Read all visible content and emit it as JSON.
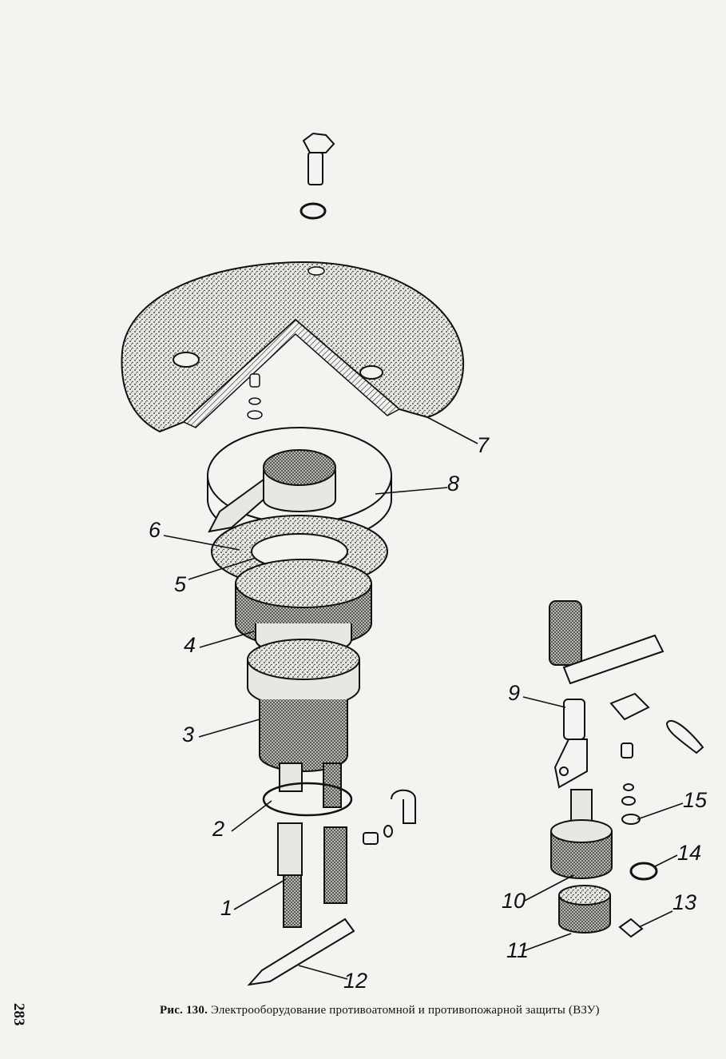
{
  "callouts": [
    {
      "id": "1",
      "label": "1"
    },
    {
      "id": "2",
      "label": "2"
    },
    {
      "id": "3",
      "label": "3"
    },
    {
      "id": "4",
      "label": "4"
    },
    {
      "id": "5",
      "label": "5"
    },
    {
      "id": "6",
      "label": "6"
    },
    {
      "id": "7",
      "label": "7"
    },
    {
      "id": "8",
      "label": "8"
    },
    {
      "id": "9",
      "label": "9"
    },
    {
      "id": "10",
      "label": "10"
    },
    {
      "id": "11",
      "label": "11"
    },
    {
      "id": "12",
      "label": "12"
    },
    {
      "id": "13",
      "label": "13"
    },
    {
      "id": "14",
      "label": "14"
    },
    {
      "id": "15",
      "label": "15"
    }
  ],
  "caption": {
    "prefix": "Рис. 130.",
    "text": "Электрооборудование противоатомной и противопожарной защиты (ВЗУ)"
  },
  "page_number": "283"
}
